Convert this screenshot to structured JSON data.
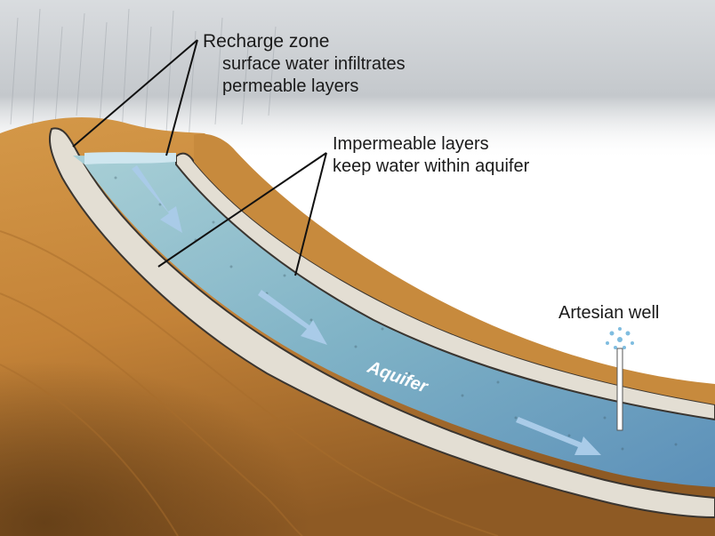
{
  "labels": {
    "recharge_title": "Recharge zone",
    "recharge_line1": "surface water infiltrates",
    "recharge_line2": "permeable layers",
    "impermeable_line1": "Impermeable layers",
    "impermeable_line2": "keep water within aquifer",
    "artesian_well": "Artesian well",
    "aquifer": "Aquifer"
  },
  "colors": {
    "sky": "#bfc4c9",
    "soil": "#c88a3c",
    "soil_dark": "#8a5a26",
    "water": "#7fb3c4",
    "water_deep": "#5f95b8",
    "impermeable": "#e2ddd2",
    "arrow": "#9ec3e6",
    "leader_line": "#111111"
  }
}
